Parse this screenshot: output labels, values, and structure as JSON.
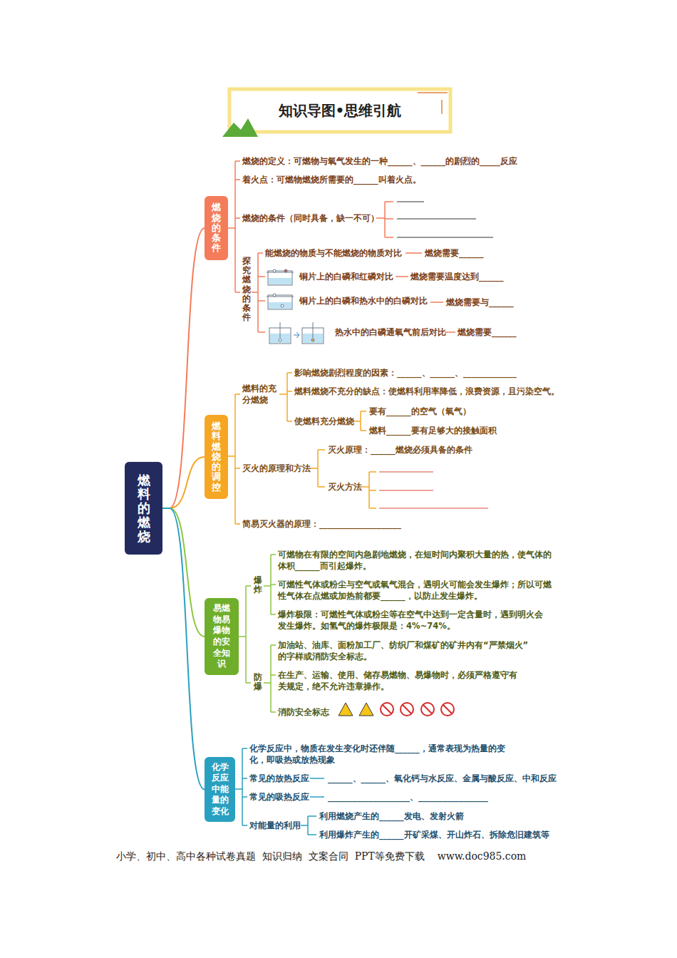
{
  "diagram": {
    "title": "知识导图•思维引航",
    "nodes": [
      {
        "text": [
          "燃料的燃烧"
        ]
      },
      {
        "text": [
          "燃烧的条件"
        ]
      },
      {
        "text": [
          "燃料燃烧的调控"
        ]
      },
      {
        "text": [
          "易燃物易爆物的安全知识"
        ]
      },
      {
        "text": [
          "化学反应中能量的变化"
        ]
      }
    ],
    "edges": [
      {
        "from": 0,
        "to": 1,
        "arrow": "none"
      },
      {
        "from": 0,
        "to": 2,
        "arrow": "none"
      },
      {
        "from": 0,
        "to": 3,
        "arrow": "none"
      },
      {
        "from": 0,
        "to": 4,
        "arrow": "none"
      }
    ],
    "labels": [
      "燃烧的定义：可燃物与氧气发生的一种______、______的剧烈的_____反应",
      "着火点：可燃物燃烧所需要的______叫着火点。",
      "燃烧的条件（同时具备，缺一不可）",
      "探究燃烧的条件",
      "能燃烧的物质与不能燃烧的物质对比",
      "燃烧需要______",
      "铜片上的白磷和红磷对比",
      "燃烧需要温度达到______",
      "铜片上的白磷和热水中的白磷对比",
      "燃烧需要与______",
      "热水中的白磷通氧气前后对比",
      "燃烧需要______",
      "燃料的充分燃烧",
      "影响燃烧剧烈程度的因素：______、______、_____________",
      "燃料燃烧不充分的缺点：使燃料利用率降低，浪费资源，且污染空气。",
      "使燃料充分燃烧",
      "要有______的空气（氧气）",
      "燃料______要有足够大的接触面积",
      "灭火的原理和方法",
      "灭火原理：______燃烧必须具备的条件",
      "灭火方法",
      "简易灭火器的原理：____________________",
      "爆炸",
      "可燃物在有限的空间内急剧地燃烧，在短时间内聚积大量的热，使气体的体积______而引起爆炸。",
      "可燃性气体或粉尘与空气或氧气混合，遇明火可能会发生爆炸；所以可燃性气体在点燃或加热前都要______，以防止发生爆炸。",
      "爆炸极限：可燃性气体或粉尘等在空气中达到一定含量时，遇到明火会发生爆炸。如氢气的爆炸极限是：4%~74%。",
      "防爆",
      "加油站、油库、面粉加工厂、纺织厂和煤矿的矿井内有“严禁烟火”的字样或消防安全标志。",
      "在生产、运输、使用、储存易燃物、易爆物时，必须严格遵守有关规定，绝不允许违章操作。",
      "消防安全标志",
      "化学反应中，物质在发生变化时还伴随______，通常表现为热量的变化，即吸热或放热现象",
      "常见的放热反应",
      "______、______、氧化钙与水反应、金属与酸反应、中和反应",
      "常见的吸热反应",
      "____________________、_________________",
      "对能量的利用",
      "利用燃烧产生的______发电、发射火箭",
      "利用爆炸产生的______开矿采煤、开山炸石、拆除危旧建筑等",
      "小学、初中、高中各种试卷真题  知识归纳  文案合同  PPT等免费下载    www.doc985.com"
    ]
  }
}
